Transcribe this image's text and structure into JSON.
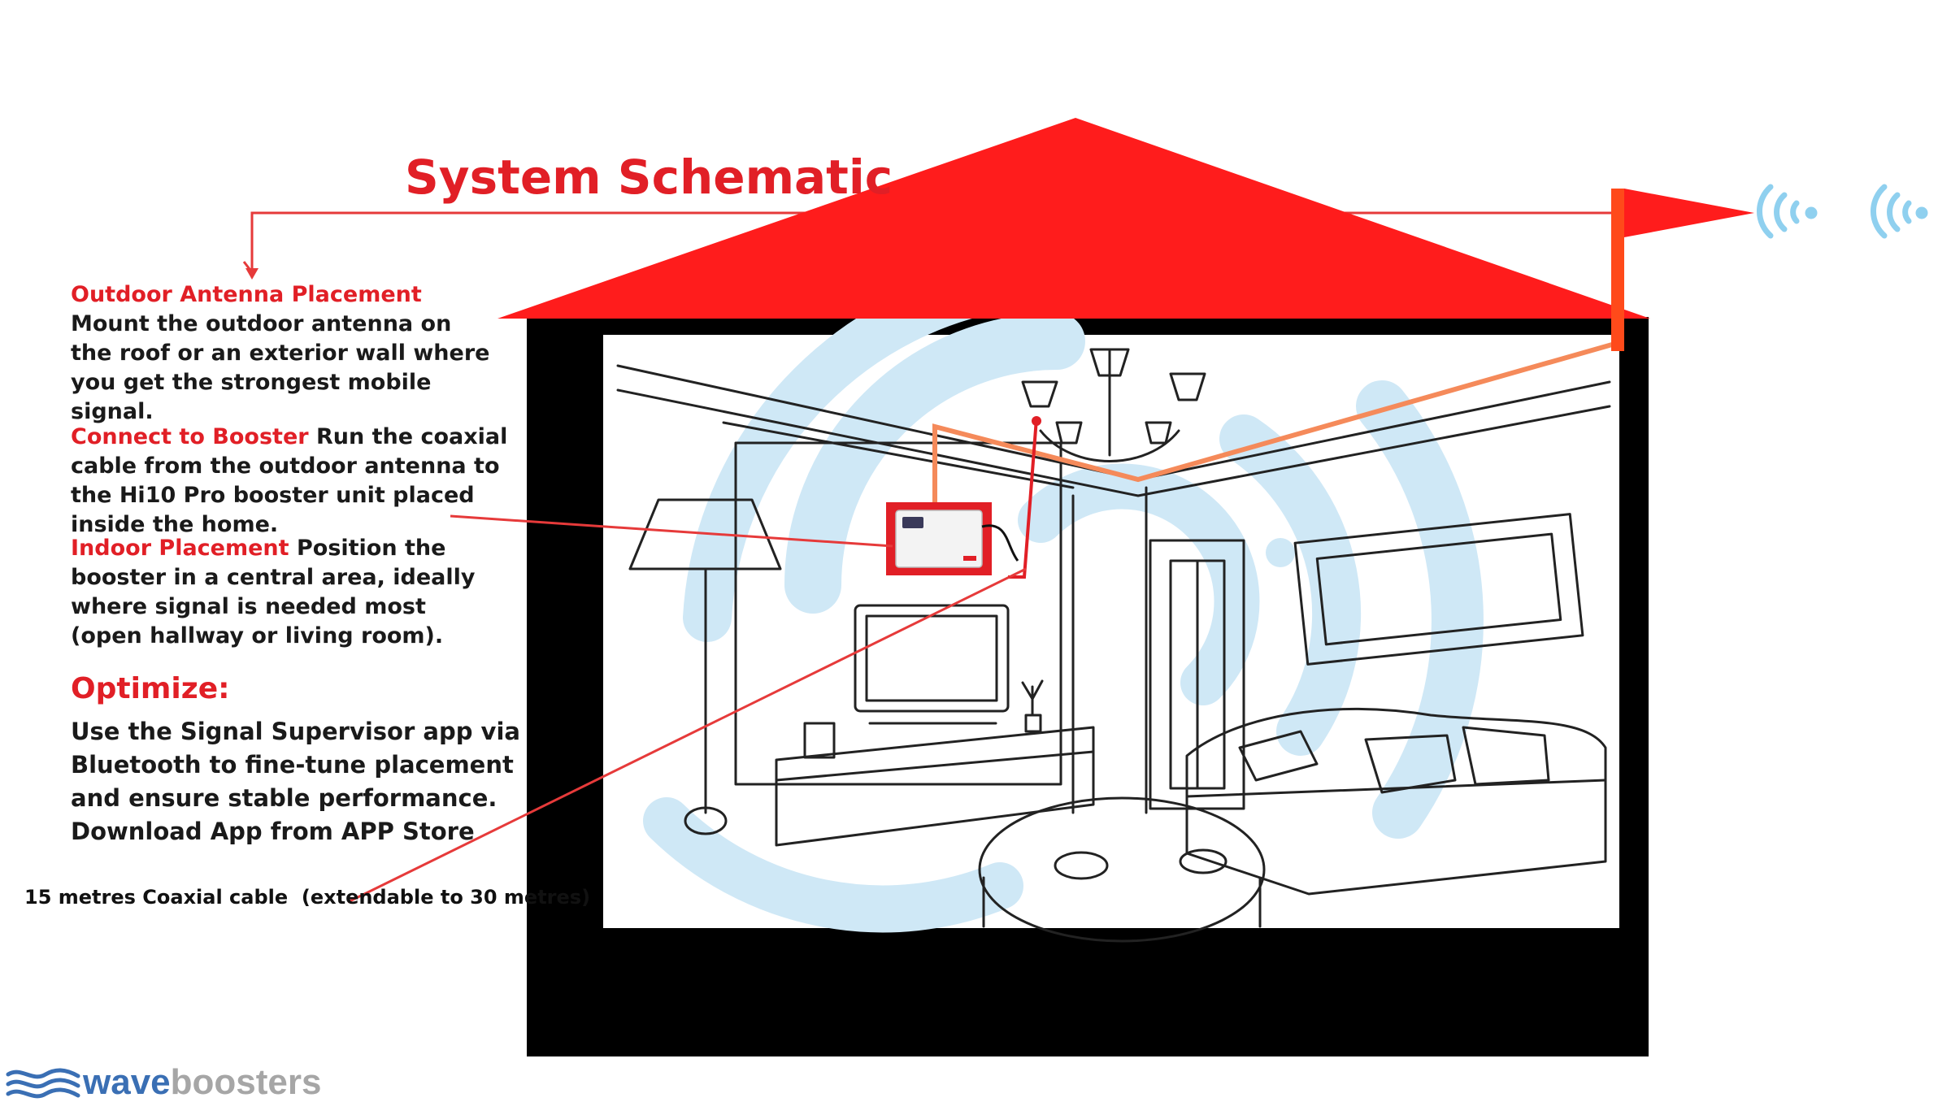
{
  "title": "System Schematic",
  "steps": [
    {
      "heading": "Outdoor Antenna Placement",
      "text": "Mount the outdoor antenna on the roof or an exterior wall where you get the strongest mobile signal."
    },
    {
      "heading": "Connect to Booster",
      "text": "Run the coaxial cable from the outdoor antenna to the Hi10 Pro booster unit placed inside the home."
    },
    {
      "heading": "Indoor Placement",
      "text": "Position the booster in a central area, ideally where signal is needed most (open hallway or living room)."
    }
  ],
  "optimize": {
    "heading": "Optimize:",
    "lines": [
      "Use the Signal Supervisor app via",
      "Bluetooth to fine-tune placement",
      "and ensure stable performance.",
      "Download App from APP Store"
    ]
  },
  "cable_note": "15 metres Coaxial cable  (extendable to 30 metres)",
  "logo": {
    "part1": "wave",
    "part2": "boosters",
    "icon": "wave-lines-icon"
  },
  "colors": {
    "accent": "#e11f26",
    "roof": "#ff1c1c",
    "mast": "#ff4a1a",
    "cable": "#f58a5a",
    "signal": "#9ed3ef",
    "house": "#000000"
  },
  "icons": [
    "roof-shape",
    "antenna-mast-icon",
    "antenna-flag-icon",
    "signal-waves-icon",
    "booster-unit-icon",
    "wifi-watermark-icon"
  ]
}
